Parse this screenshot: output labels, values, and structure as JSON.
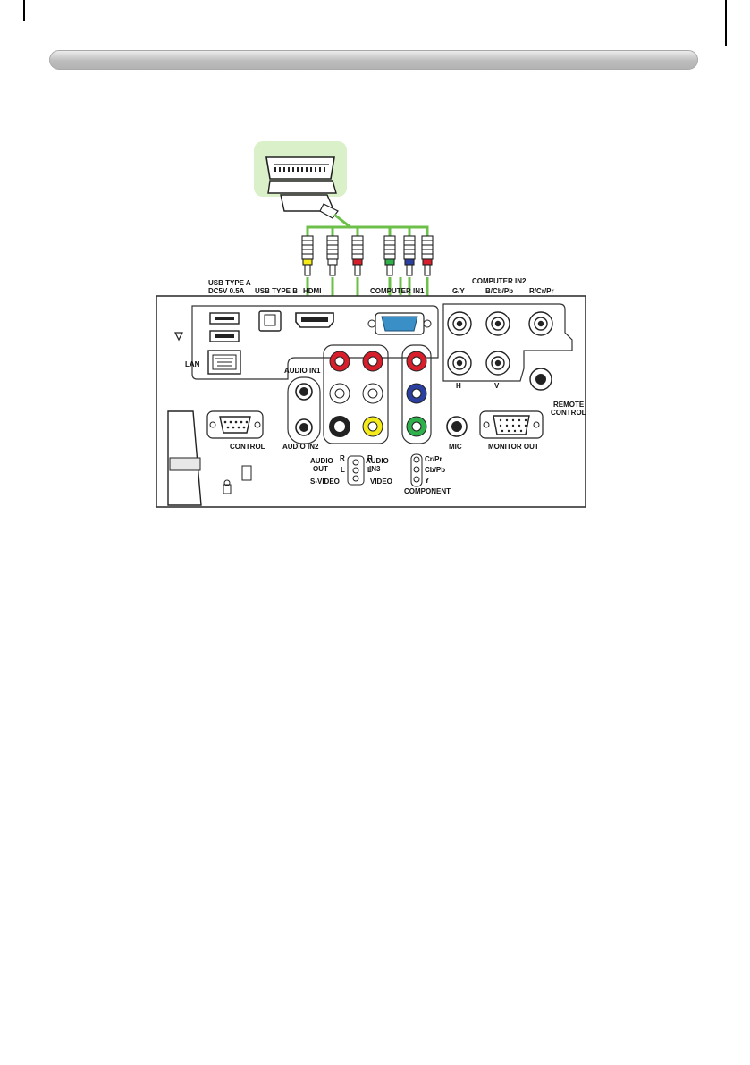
{
  "labels": {
    "usb_type_a_1": "USB TYPE A",
    "usb_type_a_2": "DC5V 0.5A",
    "usb_type_b": "USB TYPE B",
    "hdmi": "HDMI",
    "computer_in1": "COMPUTER IN1",
    "computer_in2": "COMPUTER IN2",
    "gy": "G/Y",
    "bcbpb": "B/Cb/Pb",
    "rcrpr": "R/Cr/Pr",
    "h": "H",
    "v": "V",
    "lan": "LAN",
    "audio_in1": "AUDIO IN1",
    "audio_in2": "AUDIO IN2",
    "control": "CONTROL",
    "mic": "MIC",
    "monitor_out": "MONITOR OUT",
    "remote_1": "REMOTE",
    "remote_2": "CONTROL",
    "audio_out_1": "AUDIO",
    "audio_out_2": "OUT",
    "audio_in3_1": "AUDIO",
    "audio_in3_2": "IN3",
    "r_left": "R",
    "l_left": "L",
    "r_right": "R",
    "l_right": "L",
    "s_video": "S-VIDEO",
    "video": "VIDEO",
    "cr_pr": "Cr/Pr",
    "cb_pb": "Cb/Pb",
    "y": "Y",
    "component": "COMPONENT"
  },
  "colors": {
    "cable": "#6cc04a",
    "scart_bg": "#d9f0c8",
    "rca_red": "#d81e2a",
    "rca_white": "#ffffff",
    "rca_yellow": "#f5ea1a",
    "rca_green": "#2fb04a",
    "rca_blue": "#2b3fa0",
    "vga_blue": "#3a8fc7"
  }
}
